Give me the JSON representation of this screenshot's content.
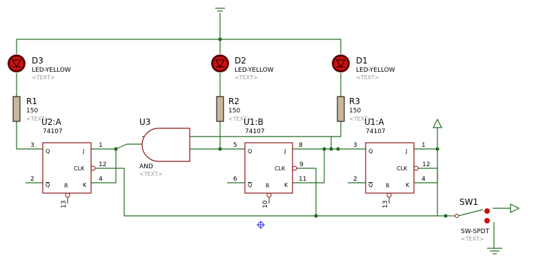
{
  "leds": [
    {
      "ref": "D3",
      "value": "LED-YELLOW",
      "placeholder": "<TEXT>"
    },
    {
      "ref": "D2",
      "value": "LED-YELLOW",
      "placeholder": "<TEXT>"
    },
    {
      "ref": "D1",
      "value": "LED-YELLOW",
      "placeholder": "<TEXT>"
    }
  ],
  "resistors": [
    {
      "ref": "R1",
      "value": "150",
      "placeholder": "<TEXT>"
    },
    {
      "ref": "R2",
      "value": "150",
      "placeholder": "<TEXT>"
    },
    {
      "ref": "R3",
      "value": "150",
      "placeholder": "<TEXT>"
    }
  ],
  "flipflops": [
    {
      "ref": "U2:A",
      "value": "74107",
      "pins": {
        "q": "3",
        "j": "1",
        "clk": "12",
        "k": "4",
        "qbar": "2",
        "r": "13"
      }
    },
    {
      "ref": "U1:B",
      "value": "74107",
      "pins": {
        "q": "5",
        "j": "8",
        "clk": "9",
        "k": "11",
        "qbar": "6",
        "r": "10"
      }
    },
    {
      "ref": "U1:A",
      "value": "74107",
      "pins": {
        "q": "3",
        "j": "1",
        "clk": "12",
        "k": "4",
        "qbar": "2",
        "r": "13"
      }
    }
  ],
  "ff_labels": {
    "q": "Q",
    "j": "J",
    "clk": "CLK",
    "k": "K",
    "qbar": "Q",
    "r": "R"
  },
  "gate": {
    "ref": "U3",
    "value": "AND",
    "placeholder": "<TEXT>"
  },
  "switch": {
    "ref": "SW1",
    "value": "SW-SPDT",
    "placeholder": "<TEXT>"
  }
}
